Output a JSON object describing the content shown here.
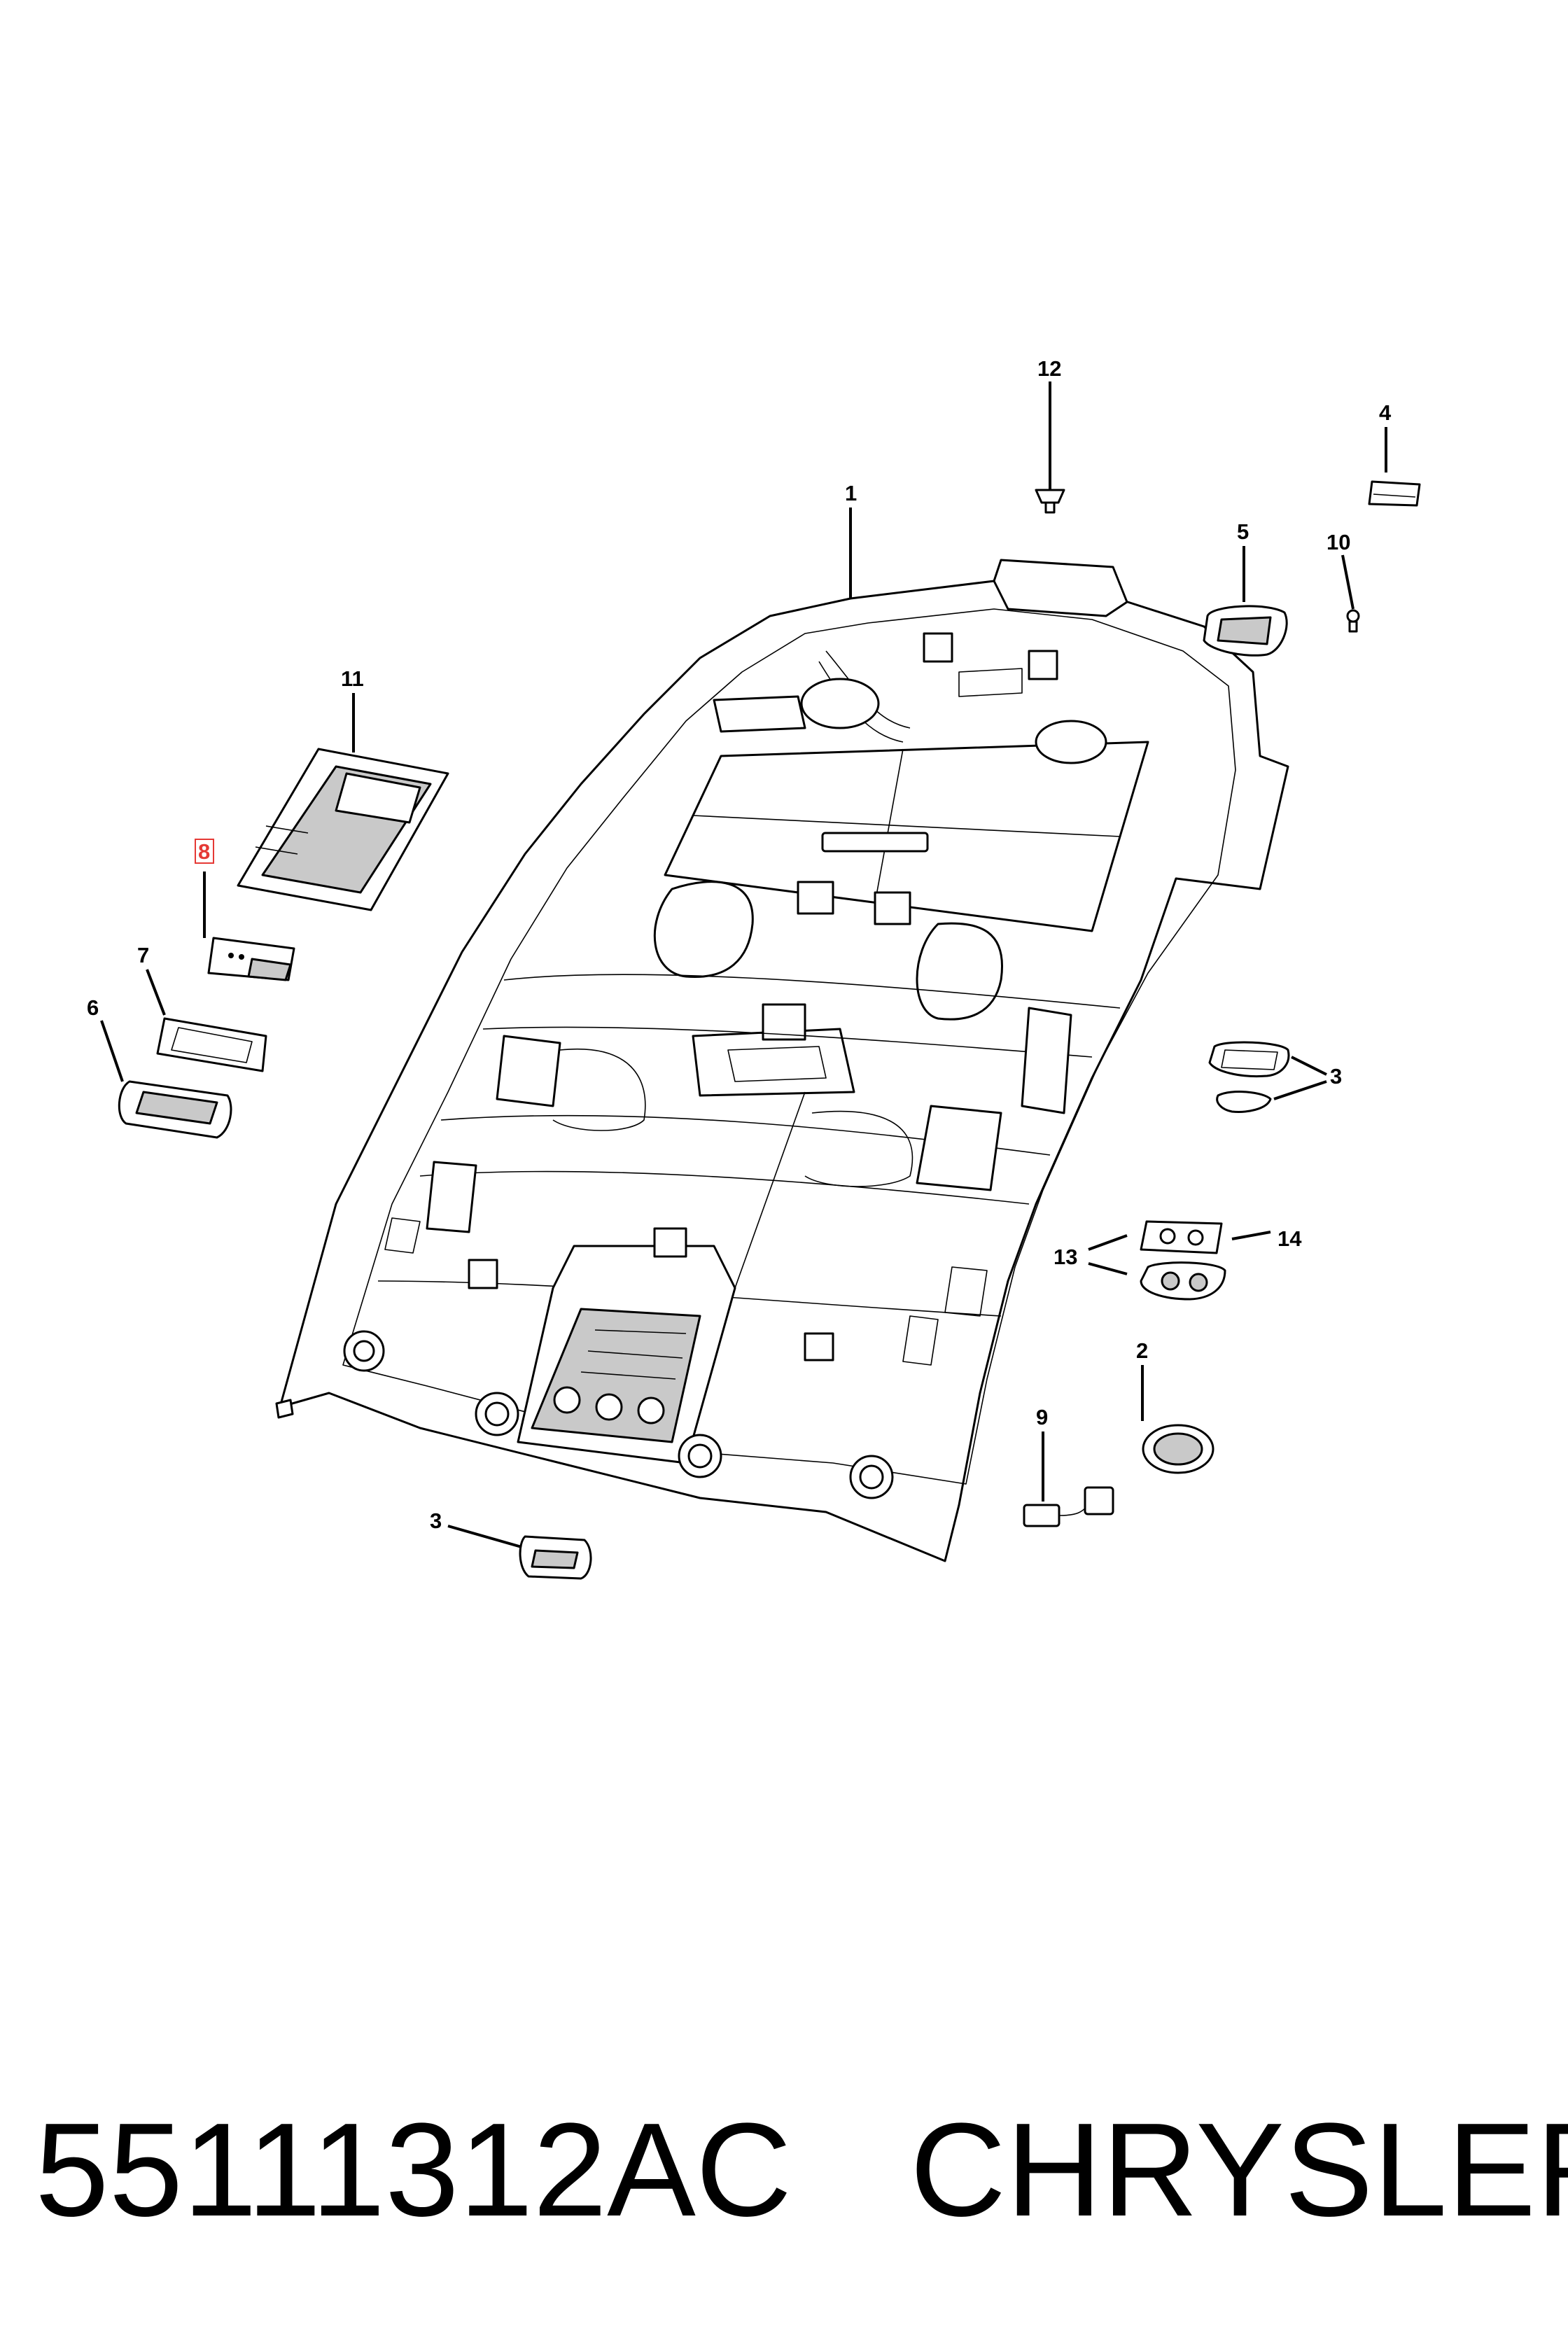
{
  "diagram": {
    "callouts": [
      "1",
      "2",
      "3",
      "3",
      "4",
      "5",
      "6",
      "7",
      "8",
      "9",
      "10",
      "11",
      "12",
      "13",
      "14",
      "3"
    ],
    "highlighted_callout": "8"
  },
  "footer": {
    "part_number": "55111312AC",
    "brand": "CHRYSLER"
  }
}
